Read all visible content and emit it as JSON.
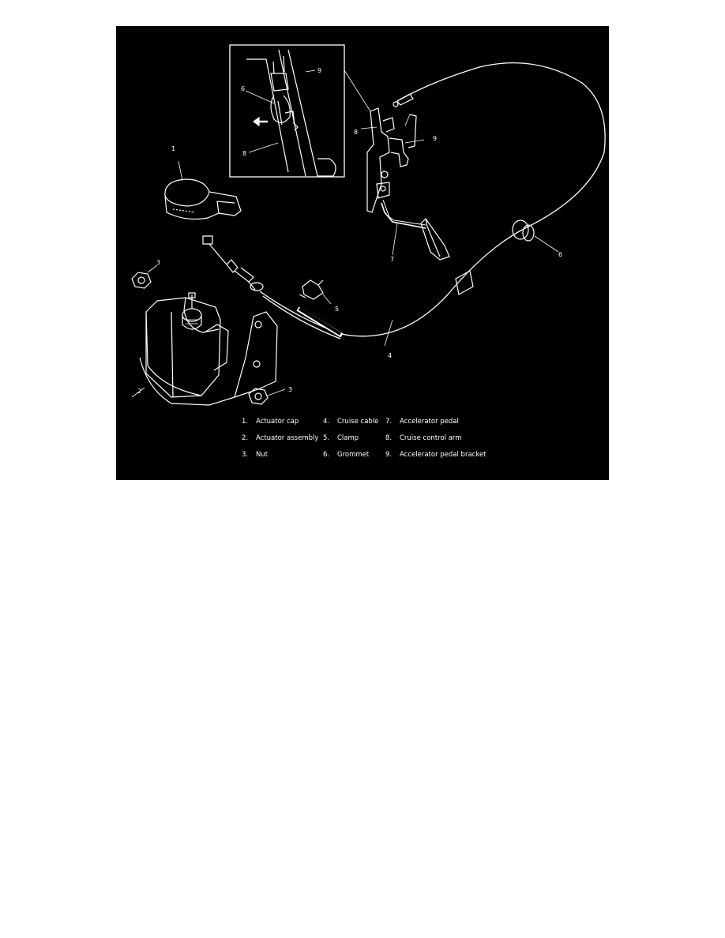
{
  "figure": {
    "callouts": {
      "c1": "1",
      "c2": "2",
      "c3a": "3",
      "c3b": "3",
      "c4": "4",
      "c5": "5",
      "c6": "6",
      "c7": "7",
      "c8": "8",
      "c9": "9",
      "inset_c6": "6",
      "inset_c8": "8",
      "inset_c9": "9"
    },
    "legend": [
      {
        "num": "1.",
        "label": "Actuator cap"
      },
      {
        "num": "2.",
        "label": "Actuator assembly"
      },
      {
        "num": "3.",
        "label": "Nut"
      },
      {
        "num": "4.",
        "label": "Cruise cable"
      },
      {
        "num": "5.",
        "label": "Clamp"
      },
      {
        "num": "6.",
        "label": "Grommet"
      },
      {
        "num": "7.",
        "label": "Accelerator pedal"
      },
      {
        "num": "8.",
        "label": "Cruise control arm"
      },
      {
        "num": "9.",
        "label": "Accelerator pedal bracket"
      }
    ]
  }
}
